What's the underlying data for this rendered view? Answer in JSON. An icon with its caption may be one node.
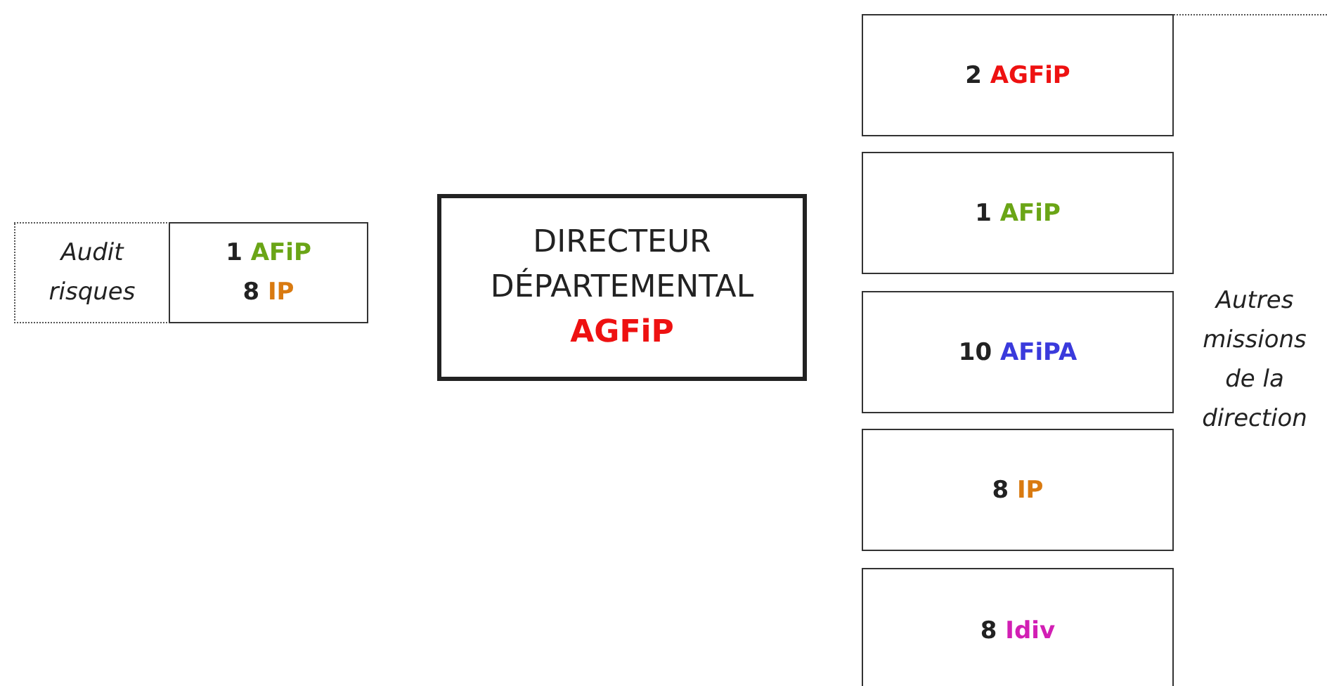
{
  "diagram": {
    "nodes": [
      {
        "text": [
          "Audit risques"
        ]
      },
      {
        "text": [
          "1 AFiP",
          "8 IP"
        ]
      },
      {
        "text": [
          "DIRECTEUR DÉPARTEMENTAL",
          "AGFiP"
        ]
      },
      {
        "text": [
          "2 AGFiP"
        ]
      },
      {
        "text": [
          "1 AFiP"
        ]
      },
      {
        "text": [
          "10 AFiPA"
        ]
      },
      {
        "text": [
          "8 IP"
        ]
      },
      {
        "text": [
          "8 Idiv"
        ]
      },
      {
        "text": [
          "Autres missions de la direction"
        ]
      }
    ],
    "edges": []
  }
}
